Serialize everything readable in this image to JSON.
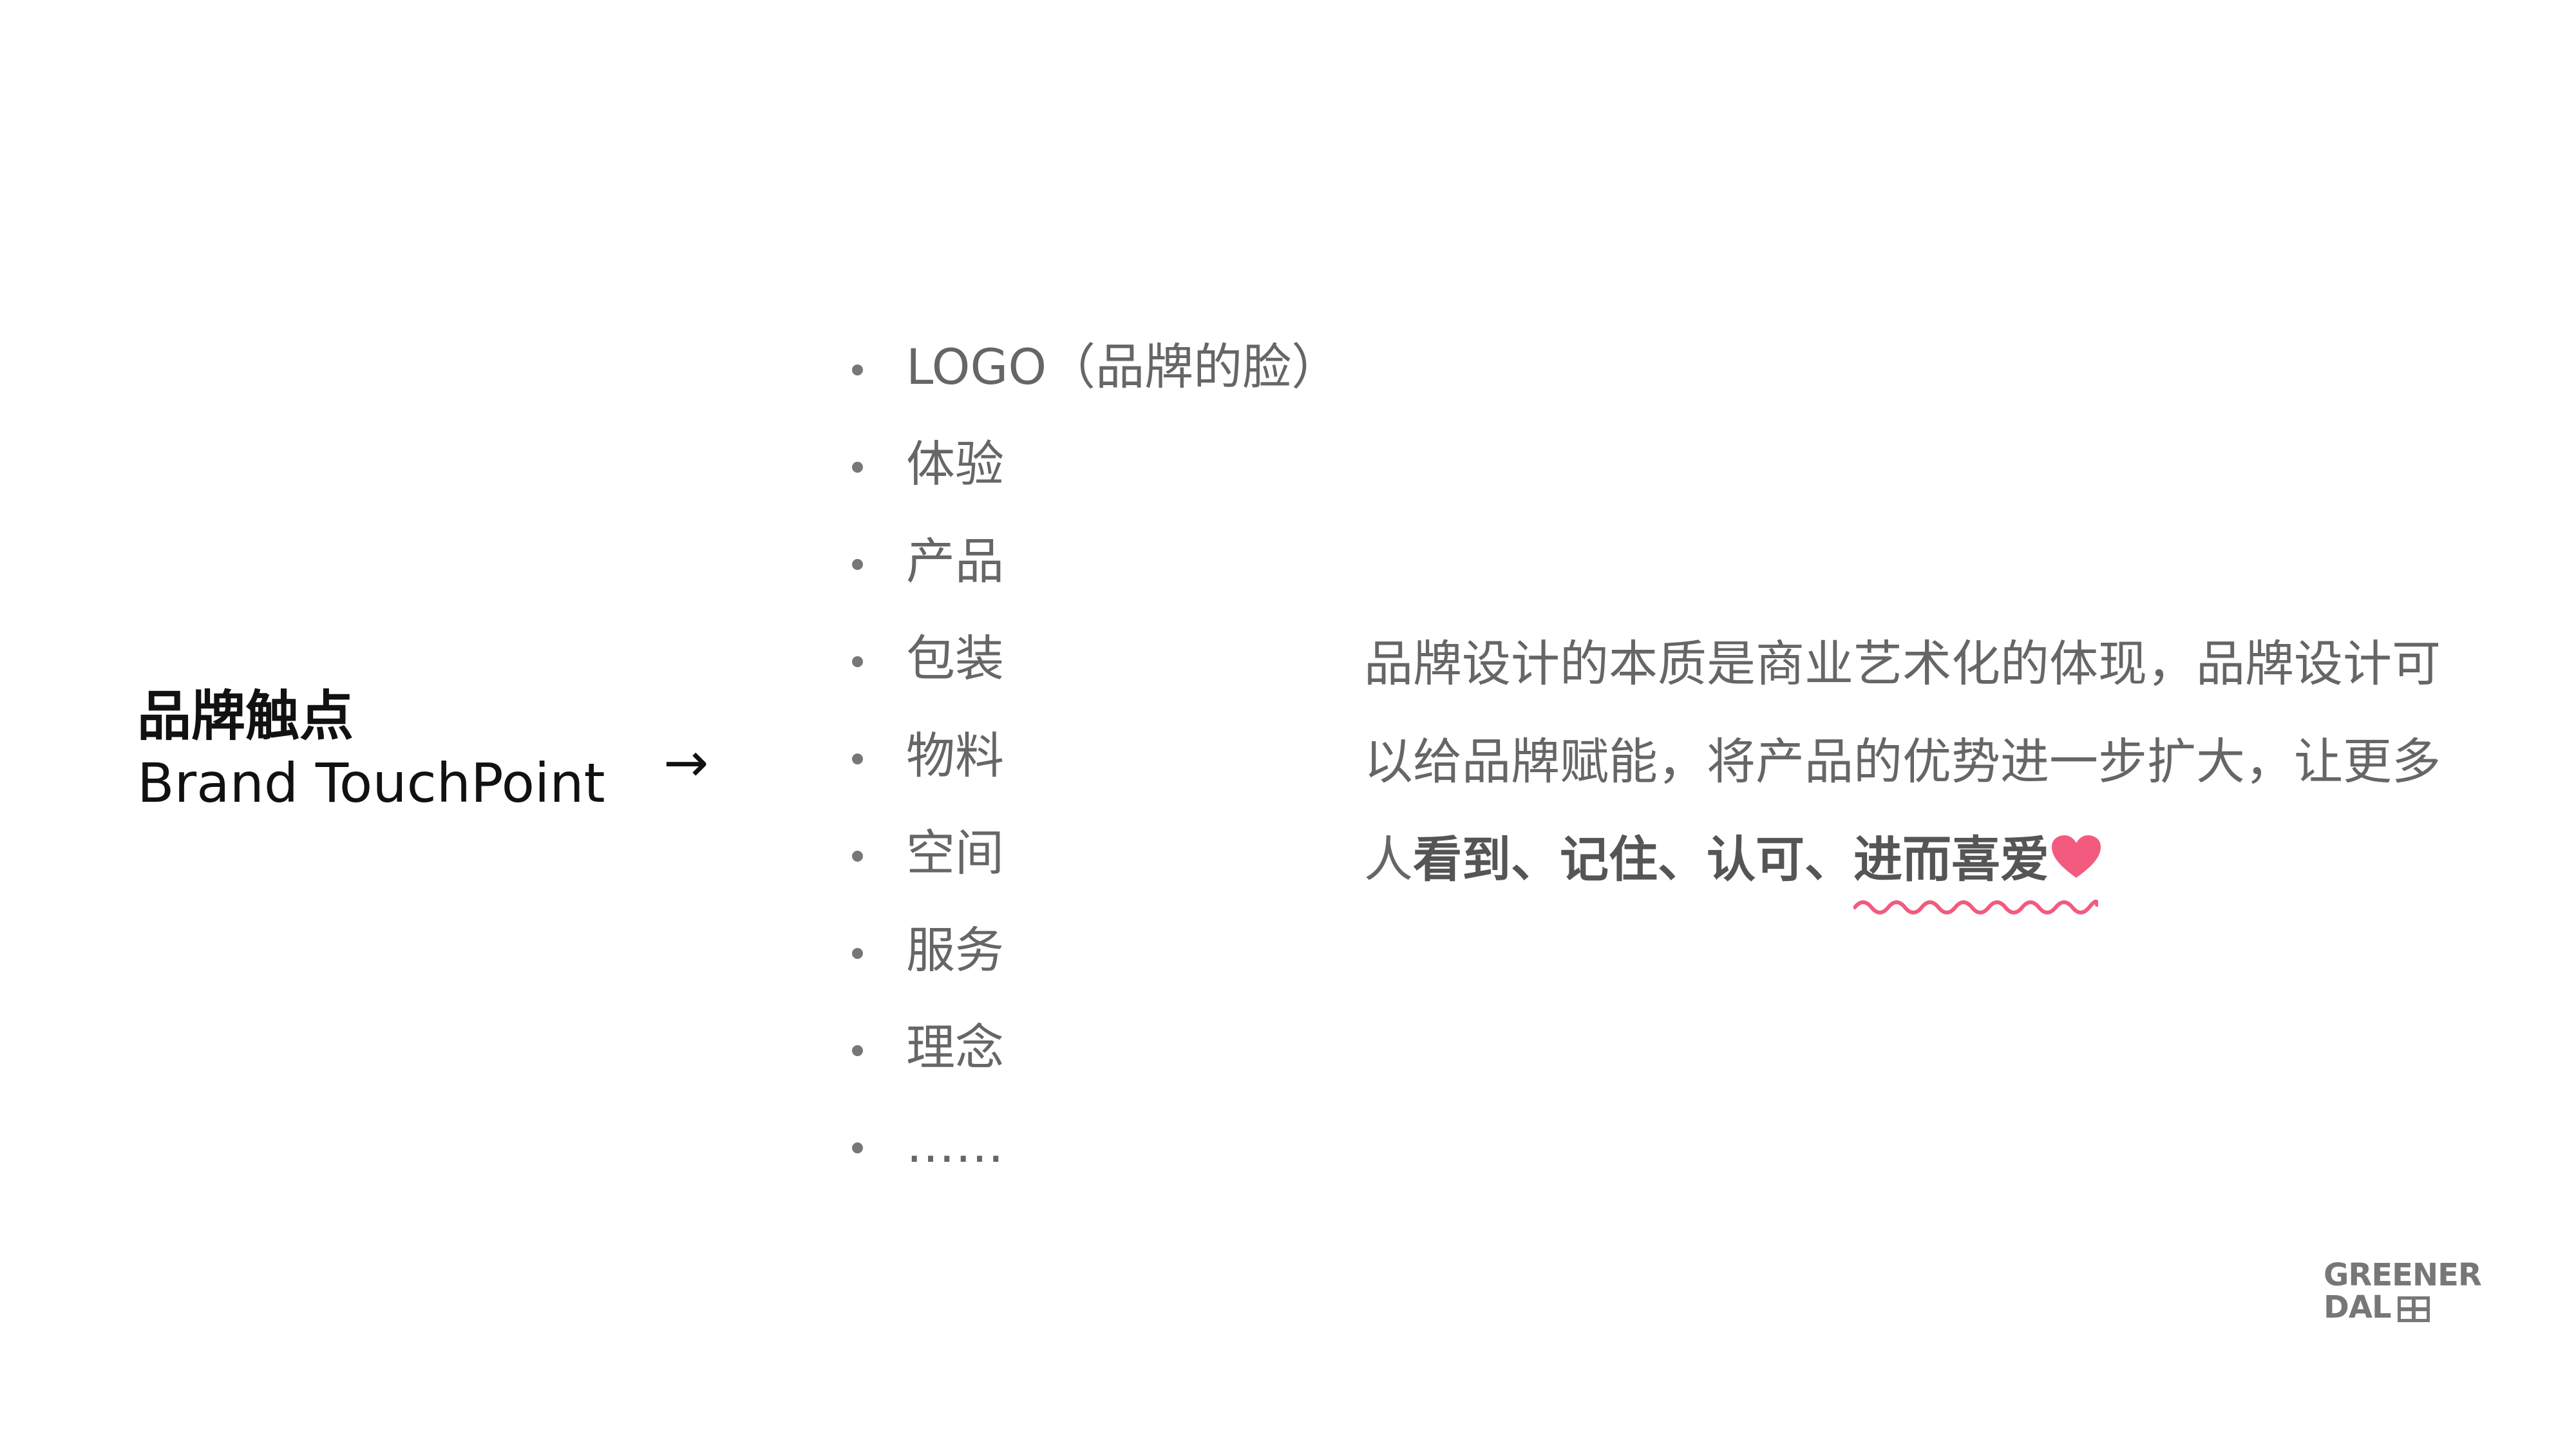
{
  "title": {
    "zh": "品牌触点",
    "en": "Brand TouchPoint"
  },
  "arrow": "→",
  "touchpoints": [
    "LOGO（品牌的脸）",
    "体验",
    "产品",
    "包装",
    "物料",
    "空间",
    "服务",
    "理念",
    "……"
  ],
  "description": {
    "line1": "品牌设计的本质是商业艺术化的体现，品牌设计可",
    "line2": "以给品牌赋能，将产品的优势进一步扩大，让更多",
    "line3_plain": "人",
    "line3_bold": "看到、记住、认可、",
    "line3_highlight": "进而喜爱"
  },
  "logo": {
    "line1": "GREENER",
    "line2": "DAL"
  },
  "colors": {
    "accent": "#F25A7E",
    "text_dark": "#111111",
    "text_gray": "#666666"
  },
  "icons": [
    "heart-icon",
    "wavy-underline",
    "arrow-right-icon"
  ]
}
